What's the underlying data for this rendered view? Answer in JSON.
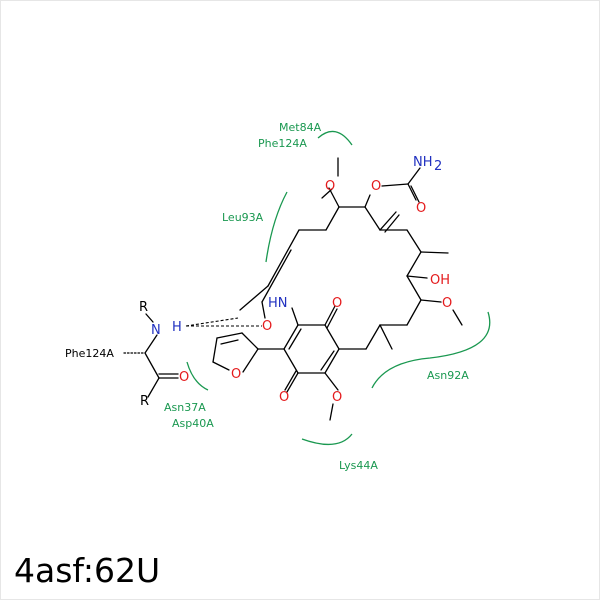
{
  "caption": "4asf:62U",
  "colors": {
    "residue": "#1a9850",
    "oxygen": "#e41a1c",
    "nitrogen": "#2030c0",
    "bond": "#000000"
  },
  "atoms": {
    "o_ome_top": "O",
    "o_carbamate": "O",
    "nh2_n": "NH",
    "nh2_sub": "2",
    "o_carbonyl": "O",
    "oh": "OH",
    "o_ome_right": "O",
    "hn": "HN",
    "o_quinone_top": "O",
    "o_amide": "O",
    "o_quinone_bottom": "O",
    "o_ome_bottom": "O",
    "o_furan": "O",
    "n_res": "N",
    "h_res": "H",
    "o_res": "O",
    "r_top": "R",
    "r_bottom": "R"
  },
  "residues": {
    "met84": "Met84A",
    "phe124_top": "Phe124A",
    "leu93": "Leu93A",
    "asn92": "Asn92A",
    "asn37": "Asn37A",
    "asp40": "Asp40A",
    "lys44": "Lys44A",
    "phe124_left": "Phe124A"
  }
}
